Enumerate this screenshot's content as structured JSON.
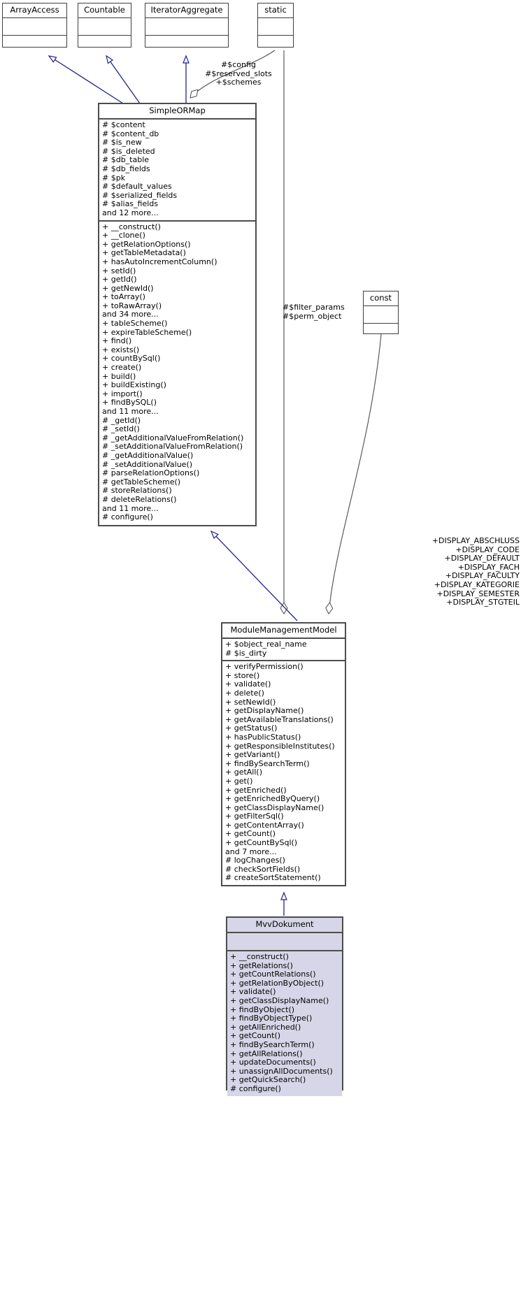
{
  "diagram": {
    "type": "uml-class-inheritance",
    "title": "MvvDokument class inheritance diagram",
    "colors": {
      "inheritance_arrow": "#22228f",
      "aggregation_line": "#4d4d4d",
      "box_border": "#3f3f3f",
      "background": "#ffffff"
    }
  },
  "classes": {
    "array_access": {
      "name": "ArrayAccess",
      "attributes": [],
      "operations": []
    },
    "countable": {
      "name": "Countable",
      "attributes": [],
      "operations": []
    },
    "iterator_aggregate": {
      "name": "IteratorAggregate",
      "attributes": [],
      "operations": []
    },
    "static": {
      "name": "static",
      "attributes": [],
      "operations": []
    },
    "const": {
      "name": "const",
      "attributes": [],
      "operations": []
    },
    "simple_or_map": {
      "name": "SimpleORMap",
      "attributes": [
        "#  $content",
        "#  $content_db",
        "#  $is_new",
        "#  $is_deleted",
        "#  $db_table",
        "#  $db_fields",
        "#  $pk",
        "#  $default_values",
        "#  $serialized_fields",
        "#  $alias_fields",
        "and 12 more..."
      ],
      "operations": [
        "+  __construct()",
        "+  __clone()",
        "+  getRelationOptions()",
        "+  getTableMetadata()",
        "+  hasAutoIncrementColumn()",
        "+  setId()",
        "+  getId()",
        "+  getNewId()",
        "+  toArray()",
        "+  toRawArray()",
        "and 34 more...",
        "+  tableScheme()",
        "+  expireTableScheme()",
        "+  find()",
        "+  exists()",
        "+  countBySql()",
        "+  create()",
        "+  build()",
        "+  buildExisting()",
        "+  import()",
        "+  findBySQL()",
        "and 11 more...",
        "#  _getId()",
        "#  _setId()",
        "#  _getAdditionalValueFromRelation()",
        "#  _setAdditionalValueFromRelation()",
        "#  _getAdditionalValue()",
        "#  _setAdditionalValue()",
        "#  parseRelationOptions()",
        "#  getTableScheme()",
        "#  storeRelations()",
        "#  deleteRelations()",
        "and 11 more...",
        "#  configure()"
      ]
    },
    "module_management_model": {
      "name": "ModuleManagementModel",
      "attributes": [
        "+  $object_real_name",
        "#  $is_dirty"
      ],
      "operations": [
        "+  verifyPermission()",
        "+  store()",
        "+  validate()",
        "+  delete()",
        "+  setNewId()",
        "+  getDisplayName()",
        "+  getAvailableTranslations()",
        "+  getStatus()",
        "+  hasPublicStatus()",
        "+  getResponsibleInstitutes()",
        "+  getVariant()",
        "+  findBySearchTerm()",
        "+  getAll()",
        "+  get()",
        "+  getEnriched()",
        "+  getEnrichedByQuery()",
        "+  getClassDisplayName()",
        "+  getFilterSql()",
        "+  getContentArray()",
        "+  getCount()",
        "+  getCountBySql()",
        "and 7 more...",
        "#  logChanges()",
        "#  checkSortFields()",
        "#  createSortStatement()"
      ]
    },
    "mvv_dokument": {
      "name": "MvvDokument",
      "attributes": [],
      "operations": [
        "+  __construct()",
        "+  getRelations()",
        "+  getCountRelations()",
        "+  getRelationByObject()",
        "+  validate()",
        "+  getClassDisplayName()",
        "+  findByObject()",
        "+  findByObjectType()",
        "+  getAllEnriched()",
        "+  getCount()",
        "+  findBySearchTerm()",
        "+  getAllRelations()",
        "+  updateDocuments()",
        "+  unassignAllDocuments()",
        "+  getQuickSearch()",
        "#  configure()"
      ]
    }
  },
  "edge_labels": {
    "static_to_simpleormap": "#$config\n#$reserved_slots\n+$schemes",
    "static_to_module": "#$filter_params\n#$perm_object",
    "const_to_module": "+DISPLAY_ABSCHLUSS\n+DISPLAY_CODE\n+DISPLAY_DEFAULT\n+DISPLAY_FACH\n+DISPLAY_FACULTY\n+DISPLAY_KATEGORIE\n+DISPLAY_SEMESTER\n+DISPLAY_STGTEIL",
    "static_to_simpleormap_lines": [
      "#$config",
      "#$reserved_slots",
      "+$schemes"
    ],
    "static_to_module_lines": [
      "#$filter_params",
      "#$perm_object"
    ],
    "const_to_module_lines": [
      "+DISPLAY_ABSCHLUSS",
      "+DISPLAY_CODE",
      "+DISPLAY_DEFAULT",
      "+DISPLAY_FACH",
      "+DISPLAY_FACULTY",
      "+DISPLAY_KATEGORIE",
      "+DISPLAY_SEMESTER",
      "+DISPLAY_STGTEIL"
    ]
  }
}
